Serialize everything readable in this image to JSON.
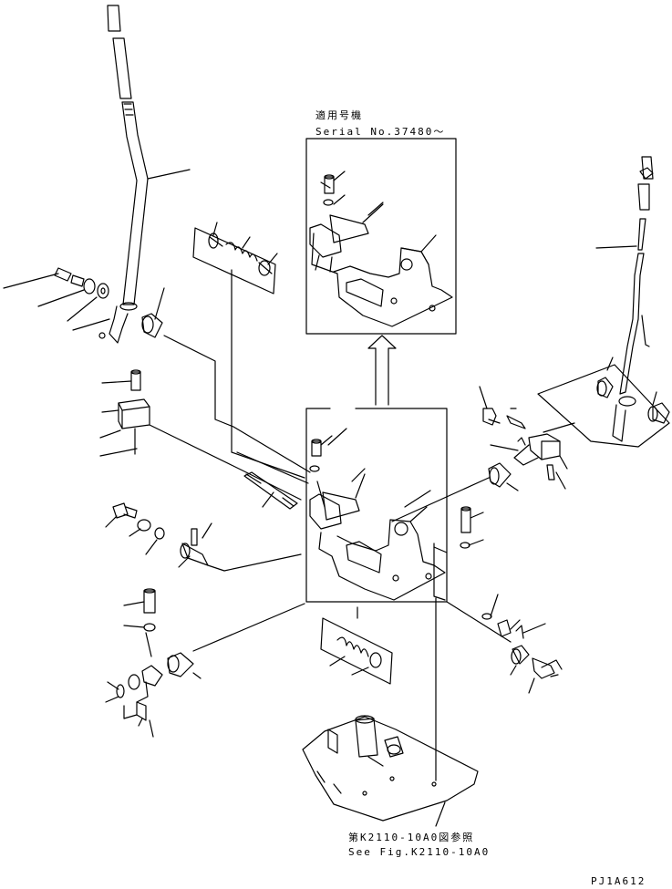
{
  "inset_note": {
    "line_jp": "適用号機",
    "line_en": "Serial No.37480～"
  },
  "reference_note": {
    "line_jp": "第K2110-10A0図参照",
    "line_en": "See Fig.K2110-10A0"
  },
  "drawing_code": "PJ1A612"
}
